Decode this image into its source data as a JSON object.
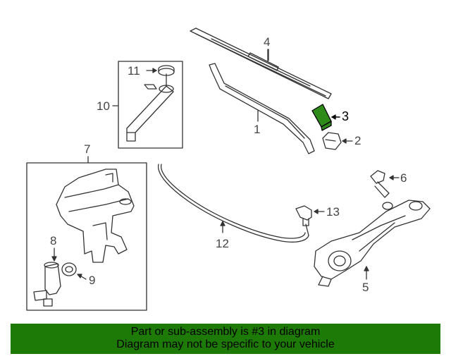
{
  "callouts": {
    "n1": "1",
    "n2": "2",
    "n3": "3",
    "n4": "4",
    "n5": "5",
    "n6": "6",
    "n7": "7",
    "n8": "8",
    "n9": "9",
    "n10": "10",
    "n11": "11",
    "n12": "12",
    "n13": "13"
  },
  "highlight_color": "#2e8b1a",
  "banner": {
    "line1": "Part or sub-assembly is #3 in diagram",
    "line2": "Diagram may not be specific to your vehicle",
    "background": "#1e7a06"
  }
}
